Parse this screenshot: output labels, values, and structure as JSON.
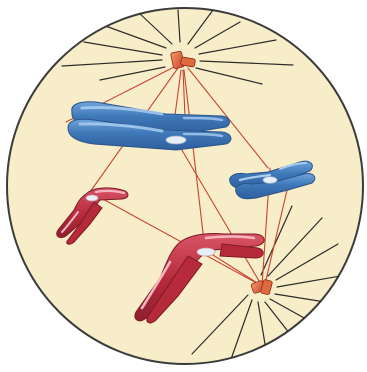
{
  "diagram": {
    "subject": "cell-prometaphase-illustration",
    "labels": [],
    "colors": {
      "cytoplasm": "#f7edc8",
      "cell_membrane": "#3b3b3b",
      "spindle_fibers": "#c9452f",
      "aster_rays": "#2c2c2c",
      "centrosome": "#d9532f",
      "chromosome_blue": "#3f78b8",
      "chromosome_blue_light": "#8fc0ea",
      "chromosome_red": "#b62a3b",
      "chromosome_red_light": "#f3b7c0",
      "centromere": "#e7eef7"
    },
    "structures": {
      "cell": "cell-membrane",
      "centrosomes": [
        "top-centrosome",
        "bottom-centrosome"
      ],
      "chromosomes": [
        {
          "id": "large-blue-chromosome",
          "color": "blue"
        },
        {
          "id": "small-blue-chromosome",
          "color": "blue"
        },
        {
          "id": "small-red-chromosome",
          "color": "red"
        },
        {
          "id": "large-red-chromosome",
          "color": "red"
        }
      ]
    }
  }
}
